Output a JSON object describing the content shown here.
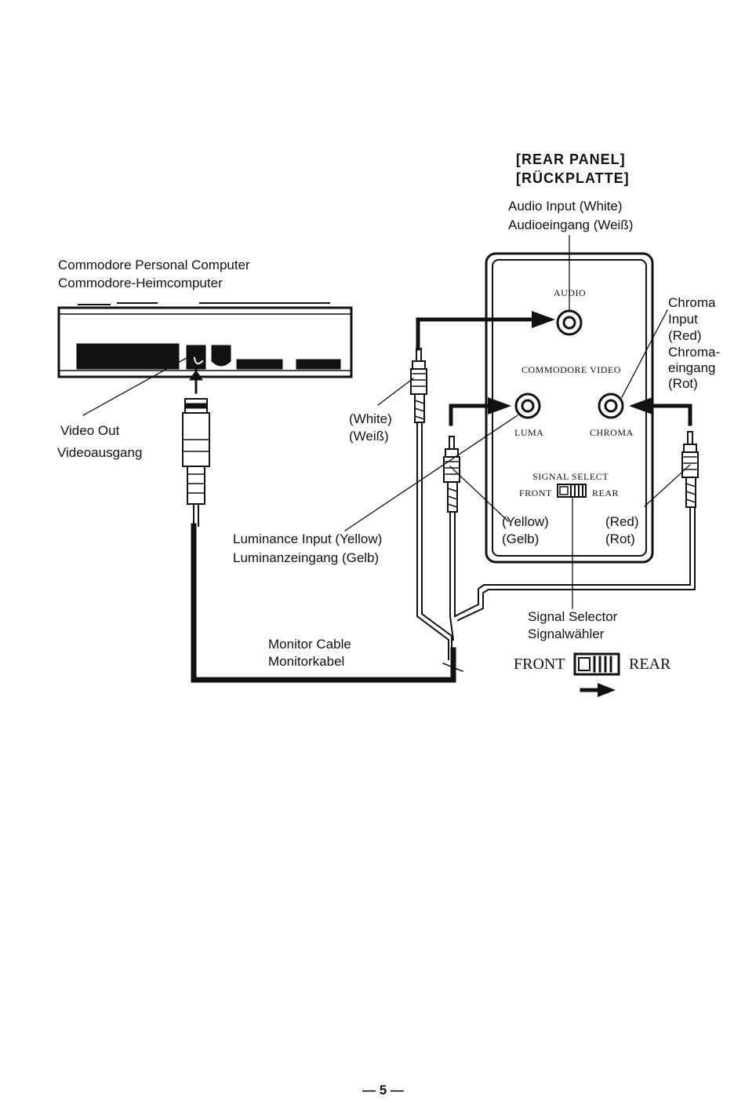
{
  "rear_panel": {
    "title_en": "[REAR PANEL]",
    "title_de": "[RÜCKPLATTE]",
    "audio_en": "Audio Input (White)",
    "audio_de": "Audioeingang (Weiß)"
  },
  "computer": {
    "name_en": "Commodore Personal Computer",
    "name_de": "Commodore-Heimcomputer"
  },
  "panel": {
    "audio": "AUDIO",
    "brand": "COMMODORE VIDEO",
    "luma": "LUMA",
    "chroma": "CHROMA",
    "signal_select": "SIGNAL SELECT",
    "front": "FRONT",
    "rear": "REAR"
  },
  "chroma_input": {
    "l1": "Chroma",
    "l2": "Input",
    "l3": "(Red)",
    "l4": "Chroma-",
    "l5": "eingang",
    "l6": "(Rot)"
  },
  "video_out": {
    "en": "Video Out",
    "de": "Videoausgang"
  },
  "white_plug": {
    "en": "(White)",
    "de": "(Weiß)"
  },
  "yellow_plug": {
    "en": "(Yellow)",
    "de": "(Gelb)"
  },
  "red_plug": {
    "en": "(Red)",
    "de": "(Rot)"
  },
  "luminance": {
    "en": "Luminance Input (Yellow)",
    "de": "Luminanzeingang (Gelb)"
  },
  "monitor_cable": {
    "en": "Monitor Cable",
    "de": "Monitorkabel"
  },
  "selector": {
    "en": "Signal Selector",
    "de": "Signalwähler",
    "front": "FRONT",
    "rear": "REAR"
  },
  "page_number": "— 5 —"
}
